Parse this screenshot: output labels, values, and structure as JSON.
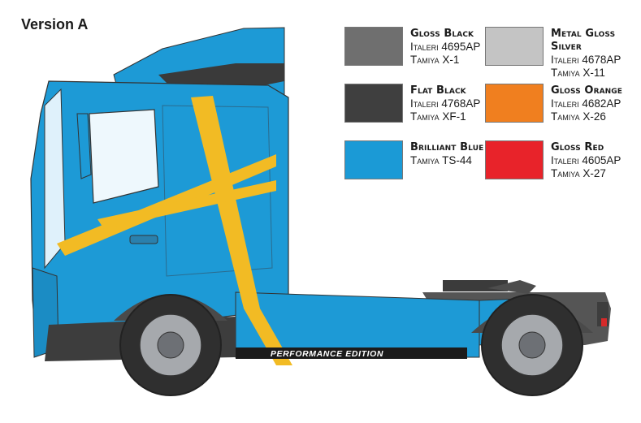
{
  "version_title": "Version A",
  "truck": {
    "decal_text": "PERFORMANCE EDITION",
    "cab_color": "#1d9ad6",
    "stripe_color": "#f2bb24",
    "chassis_color": "#4a4a4a"
  },
  "colors": [
    {
      "name": "Gloss Black",
      "lines": [
        "Italeri 4695AP",
        "Tamiya X-1"
      ],
      "swatch": "#6f6f6f"
    },
    {
      "name": "Metal Gloss Silver",
      "lines": [
        "Italeri 4678AP",
        "Tamiya X-11"
      ],
      "swatch": "#c4c4c4"
    },
    {
      "name": "Flat Black",
      "lines": [
        "Italeri 4768AP",
        "Tamiya XF-1"
      ],
      "swatch": "#3f3f3f"
    },
    {
      "name": "Gloss Orange",
      "lines": [
        "Italeri 4682AP",
        "Tamiya X-26"
      ],
      "swatch": "#f07f1f"
    },
    {
      "name": "Brilliant Blue",
      "lines": [
        "Tamiya TS-44"
      ],
      "swatch": "#1b9ad6"
    },
    {
      "name": "Gloss Red",
      "lines": [
        "Italeri 4605AP",
        "Tamiya X-27"
      ],
      "swatch": "#e8232a"
    }
  ]
}
